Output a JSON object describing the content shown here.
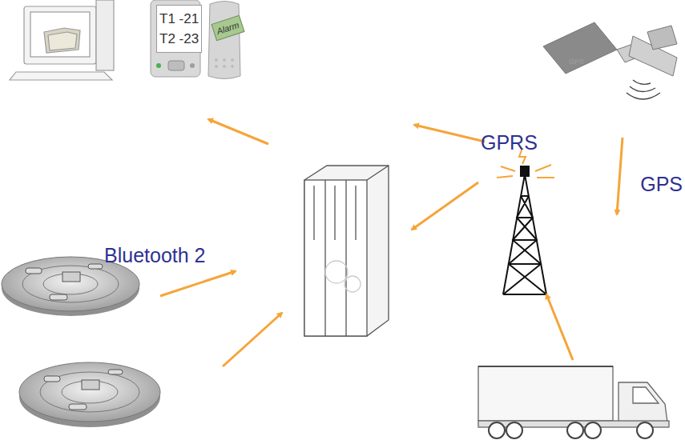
{
  "diagram": {
    "nodes": [
      {
        "text": [
          "T1 -21",
          "T2 -23"
        ]
      },
      {
        "text": [
          "Alarm"
        ]
      },
      {
        "text": [
          "GPS"
        ]
      }
    ],
    "labels": [
      "GPRS",
      "GPS",
      "Bluetooth 2"
    ]
  }
}
